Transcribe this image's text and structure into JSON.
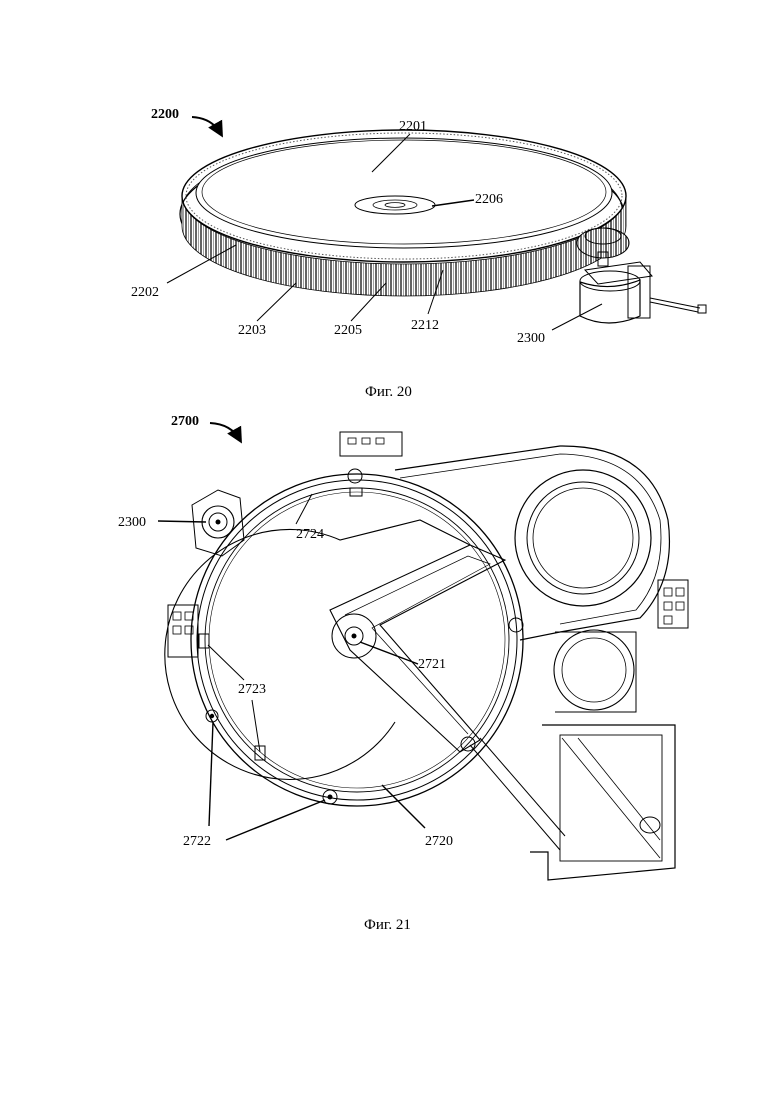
{
  "figure20": {
    "assembly_label": "2200",
    "caption": "Фиг. 20",
    "refs": {
      "top_plate": "2201",
      "gear_ring": "2202",
      "bottom_edge": "2203",
      "base_rim": "2205",
      "hub": "2206",
      "gear_teeth": "2212",
      "motor": "2300"
    }
  },
  "figure21": {
    "assembly_label": "2700",
    "caption": "Фиг. 21",
    "refs": {
      "motor": "2300",
      "housing_rim": "2724",
      "center_hub": "2721",
      "guide_slots": "2723",
      "mount_post": "2722",
      "rotating_plate": "2720"
    }
  }
}
